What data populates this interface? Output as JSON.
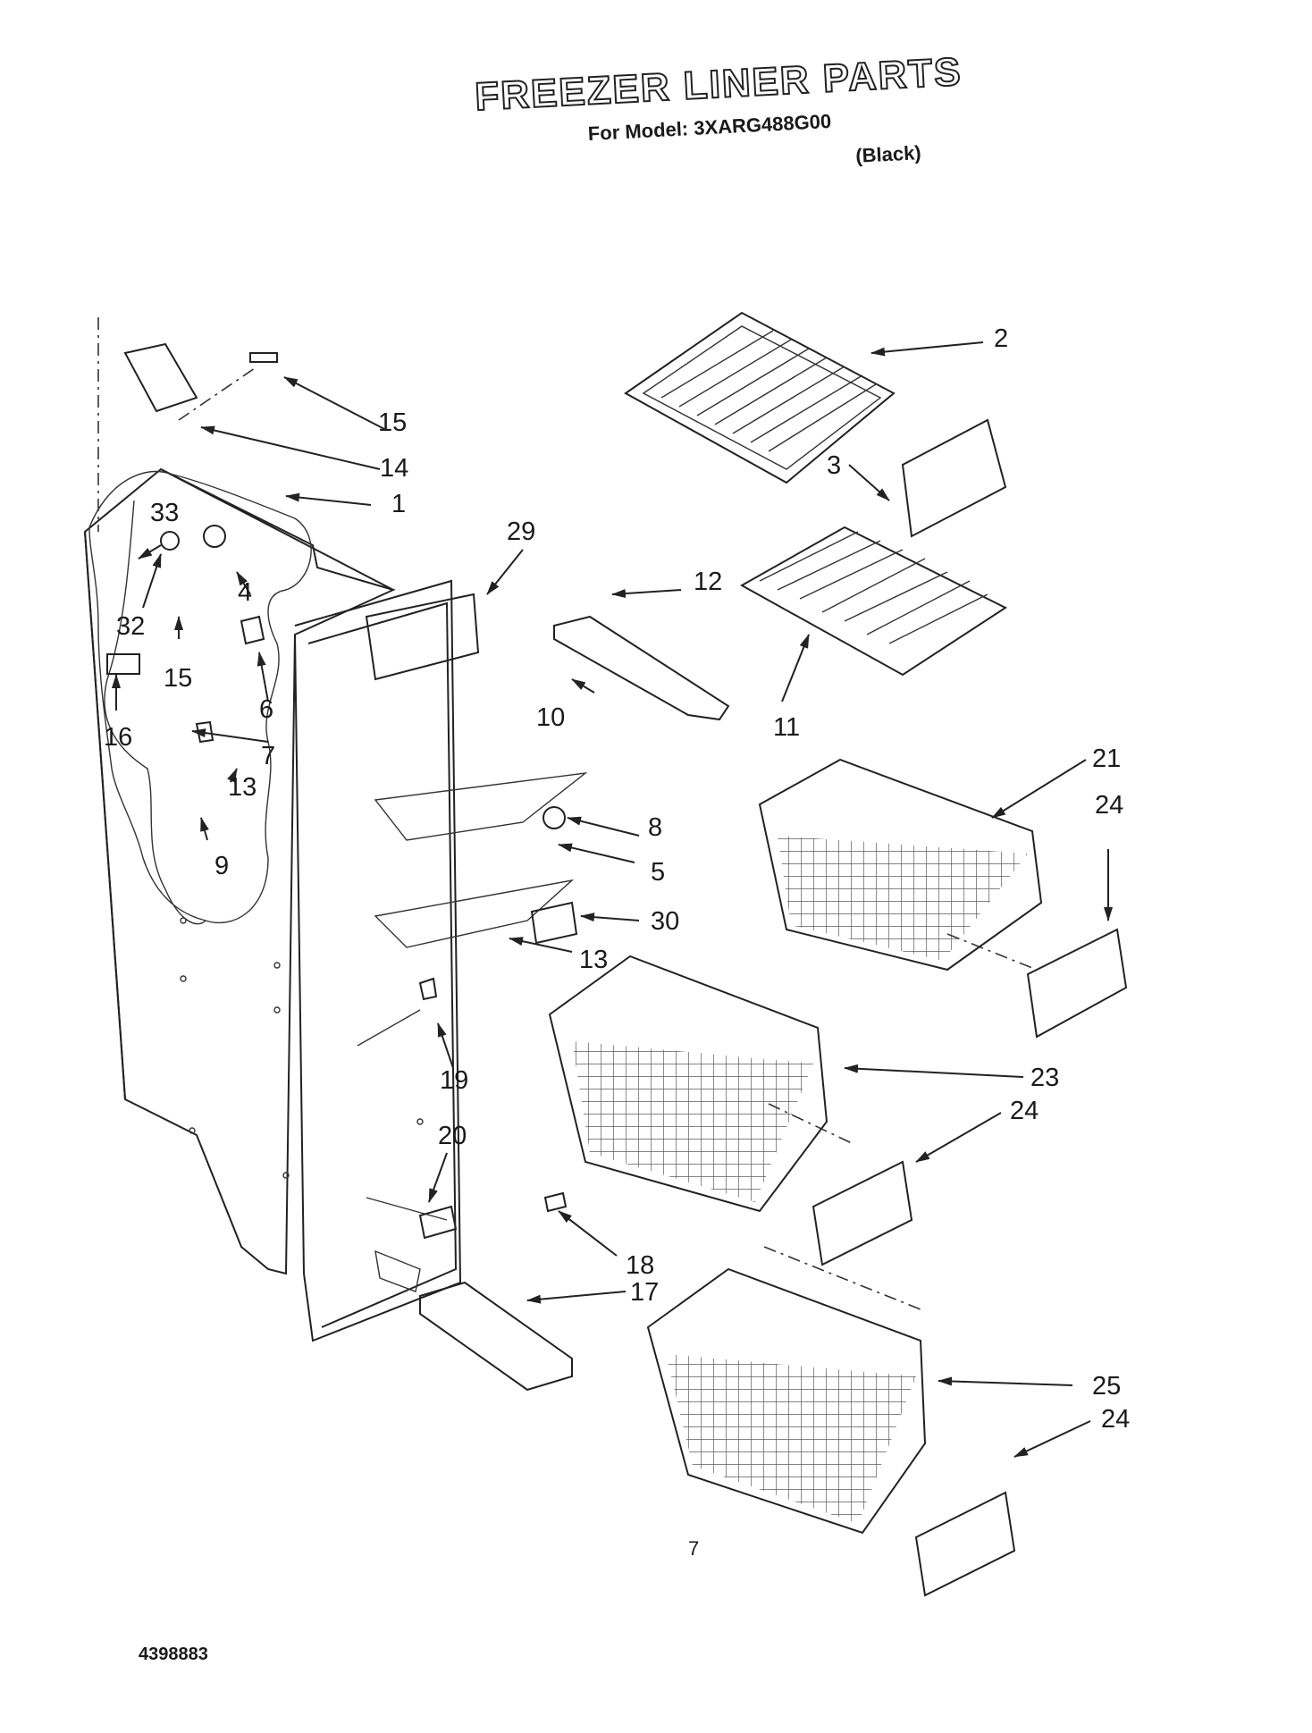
{
  "header": {
    "title": "FREEZER LINER PARTS",
    "model_line": "For Model: 3XARG488G00",
    "color_line": "(Black)"
  },
  "labels": {
    "p1": "1",
    "p2": "2",
    "p3": "3",
    "p4": "4",
    "p5": "5",
    "p6": "6",
    "p7": "7",
    "p8": "8",
    "p9": "9",
    "p10": "10",
    "p11": "11",
    "p12": "12",
    "p13a": "13",
    "p13b": "13",
    "p14": "14",
    "p15a": "15",
    "p15b": "15",
    "p16": "16",
    "p17": "17",
    "p18": "18",
    "p19": "19",
    "p20": "20",
    "p21": "21",
    "p23": "23",
    "p24a": "24",
    "p24b": "24",
    "p24c": "24",
    "p25": "25",
    "p29": "29",
    "p30": "30",
    "p32": "32",
    "p33": "33"
  },
  "footer": {
    "page_number": "7",
    "document_number": "4398883"
  }
}
